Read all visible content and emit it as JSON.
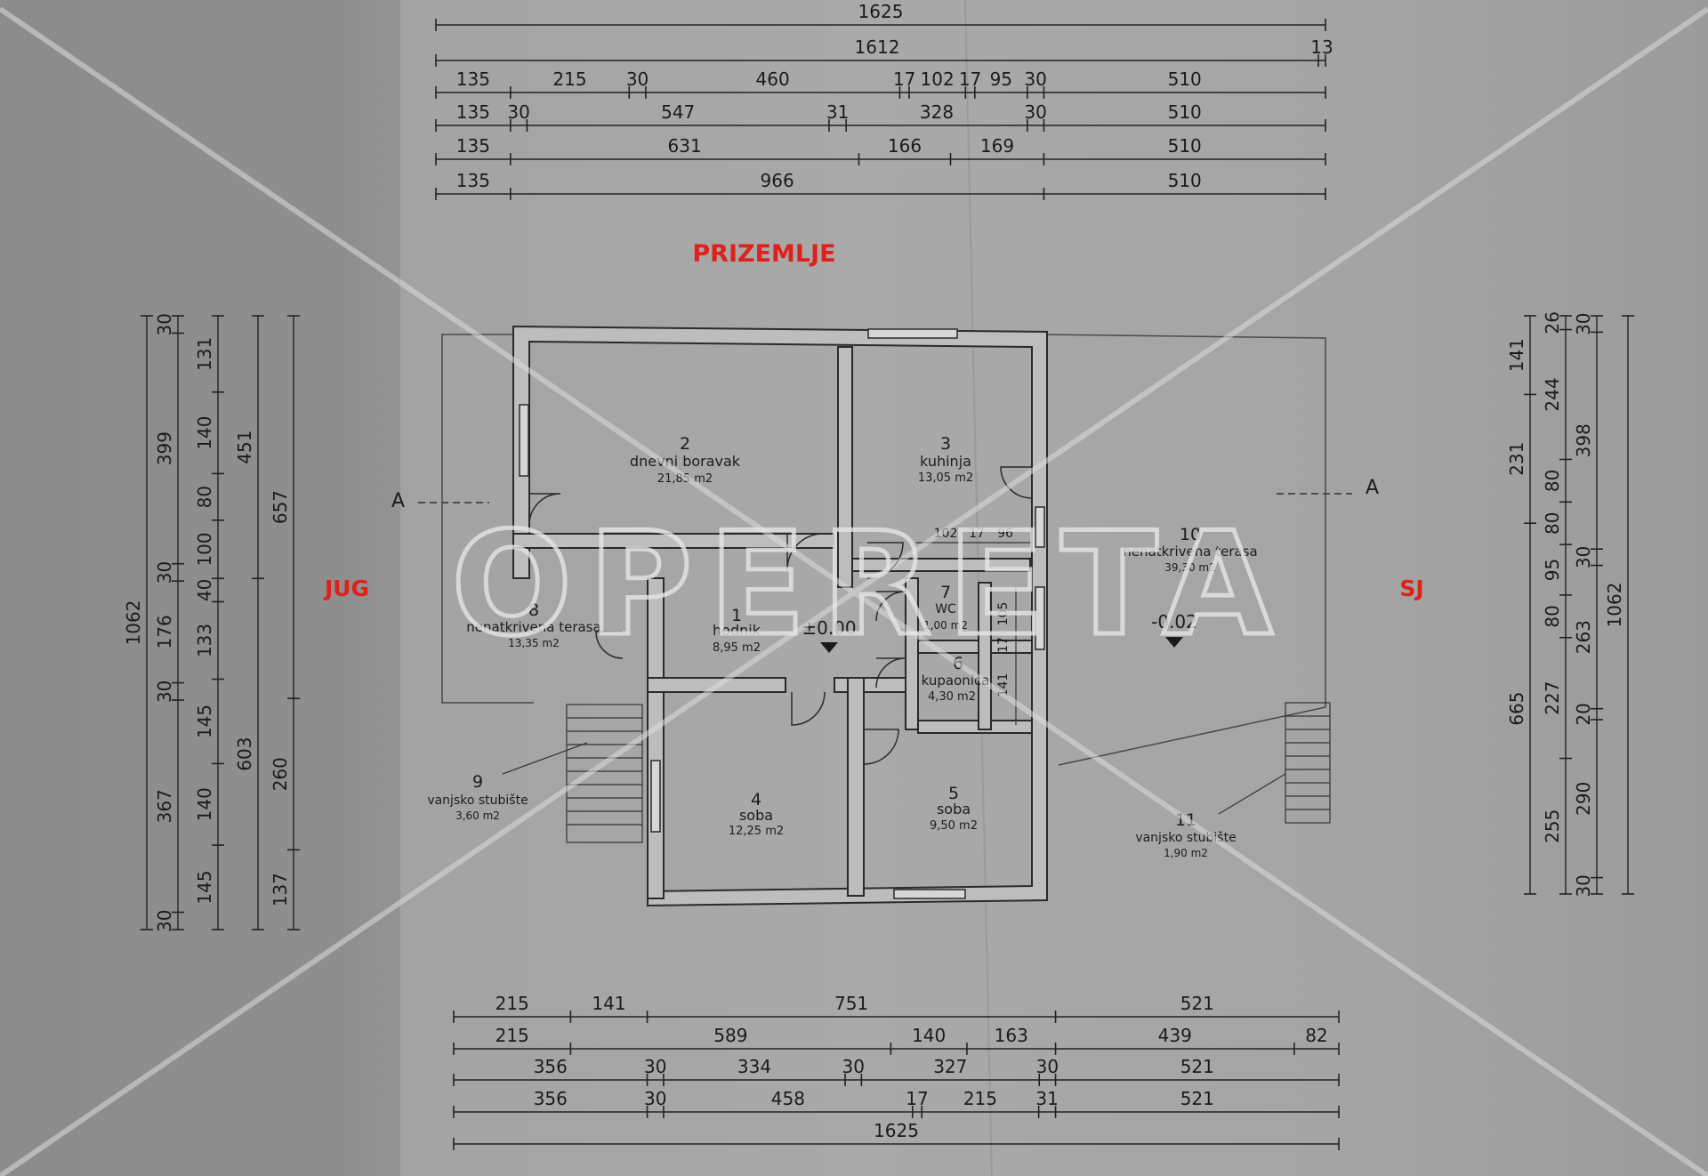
{
  "plan": {
    "title": "PRIZEMLJE",
    "side_left": "JUG",
    "side_right": "SJ",
    "section_left": "A",
    "section_right": "A",
    "level_main": "±0.00",
    "level_terrace": "-0.02",
    "watermark": "OPERETA"
  },
  "rooms": [
    {
      "num": "1",
      "name": "hodnik",
      "area": "8,95 m2"
    },
    {
      "num": "2",
      "name": "dnevni boravak",
      "area": "21,85 m2"
    },
    {
      "num": "3",
      "name": "kuhinja",
      "area": "13,05 m2"
    },
    {
      "num": "4",
      "name": "soba",
      "area": "12,25 m2"
    },
    {
      "num": "5",
      "name": "soba",
      "area": "9,50 m2"
    },
    {
      "num": "6",
      "name": "kupaonica",
      "area": "4,30 m2"
    },
    {
      "num": "7",
      "name": "WC",
      "area": "1,00 m2"
    },
    {
      "num": "8",
      "name": "nenatkrivena terasa",
      "area": "13,35 m2"
    },
    {
      "num": "9",
      "name": "vanjsko stubište",
      "area": "3,60 m2"
    },
    {
      "num": "10",
      "name": "nenatkrivena terasa",
      "area": "39,30 m2"
    },
    {
      "num": "11",
      "name": "vanjsko stubište",
      "area": "1,90 m2"
    }
  ],
  "dims_top": [
    [
      "1625"
    ],
    [
      "1612",
      "13"
    ],
    [
      "135",
      "215",
      "30",
      "460",
      "17",
      "102",
      "17",
      "95",
      "30",
      "510"
    ],
    [
      "135",
      "30",
      "547",
      "31",
      "328",
      "30",
      "510"
    ],
    [
      "135",
      "631",
      "166",
      "169",
      "510"
    ],
    [
      "135",
      "966",
      "510"
    ]
  ],
  "dims_bottom": [
    [
      "215",
      "141",
      "751",
      "521"
    ],
    [
      "215",
      "589",
      "140",
      "163",
      "439",
      "82"
    ],
    [
      "356",
      "30",
      "334",
      "30",
      "327",
      "30",
      "521"
    ],
    [
      "356",
      "30",
      "458",
      "17",
      "215",
      "31",
      "521"
    ],
    [
      "1625"
    ]
  ],
  "dims_left": [
    [
      "1062"
    ],
    [
      "30",
      "399",
      "30",
      "176",
      "30",
      "367",
      "30"
    ],
    [
      "131",
      "140",
      "80",
      "100",
      "40",
      "133",
      "145",
      "140",
      "145"
    ],
    [
      "451",
      "603"
    ],
    [
      "657",
      "260",
      "137"
    ]
  ],
  "dims_right": [
    [
      "141",
      "231",
      "665"
    ],
    [
      "26",
      "244",
      "80",
      "80",
      "95",
      "80",
      "227",
      "255"
    ],
    [
      "30",
      "398",
      "30",
      "263",
      "20",
      "290",
      "30"
    ],
    [
      "1062"
    ]
  ],
  "dims_inner": [
    "102",
    "17",
    "96",
    "105",
    "17",
    "141"
  ]
}
